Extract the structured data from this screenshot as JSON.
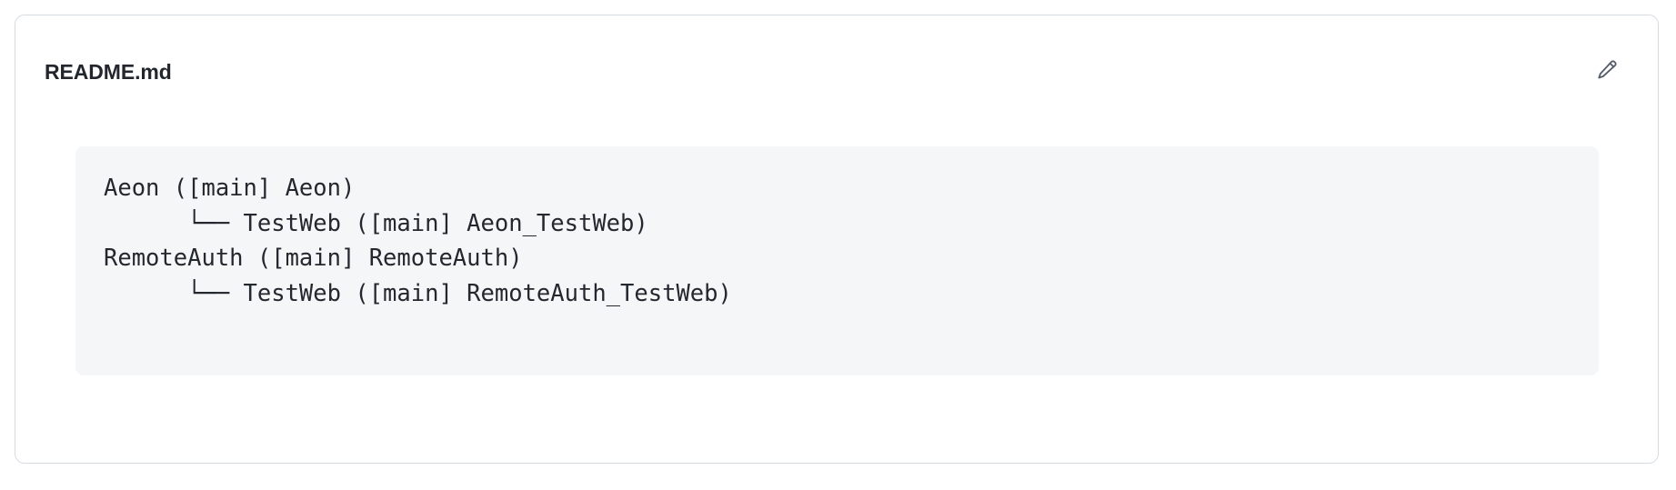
{
  "card": {
    "title": "README.md",
    "edit_icon": "pencil-edit-icon",
    "border_color": "#d6dae1",
    "background_color": "#ffffff"
  },
  "code_block": {
    "background_color": "#f5f6f8",
    "text_color": "#23272e",
    "lines": [
      "Aeon ([main] Aeon)",
      "      └── TestWeb ([main] Aeon_TestWeb)",
      "RemoteAuth ([main] RemoteAuth)",
      "      └── TestWeb ([main] RemoteAuth_TestWeb)"
    ],
    "content": "Aeon ([main] Aeon)\n      └── TestWeb ([main] Aeon_TestWeb)\nRemoteAuth ([main] RemoteAuth)\n      └── TestWeb ([main] RemoteAuth_TestWeb)"
  }
}
